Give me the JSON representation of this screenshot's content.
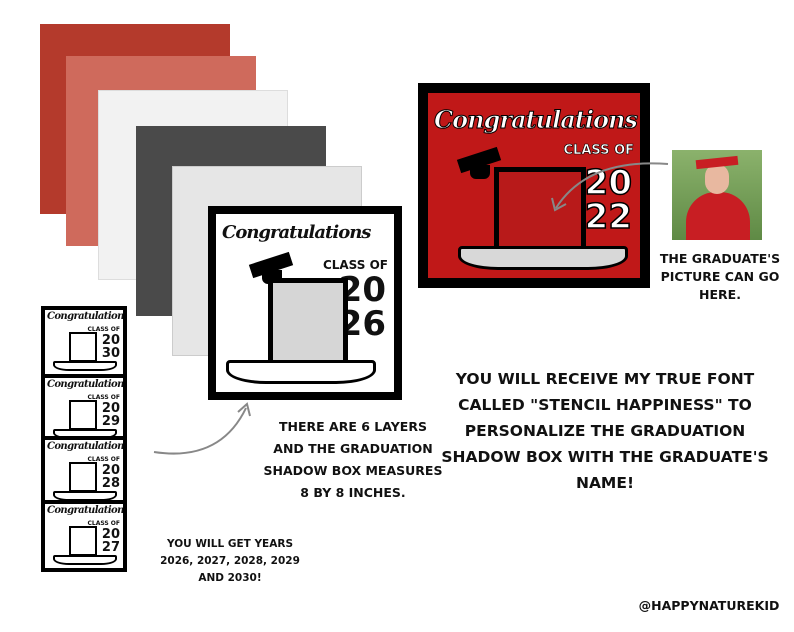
{
  "layers": [
    "layer-red",
    "layer-light-red",
    "layer-white",
    "layer-dark-gray",
    "layer-light-gray"
  ],
  "main_box": {
    "title": "Congratulations",
    "class_label": "CLASS OF",
    "year_top": "20",
    "year_bottom": "26"
  },
  "red_box": {
    "title": "Congratulations",
    "class_label": "CLASS OF",
    "year_top": "20",
    "year_bottom": "22"
  },
  "mini_boxes": [
    {
      "title": "Congratulations",
      "class_label": "CLASS OF",
      "year_top": "20",
      "year_bottom": "30"
    },
    {
      "title": "Congratulations",
      "class_label": "CLASS OF",
      "year_top": "20",
      "year_bottom": "29"
    },
    {
      "title": "Congratulations",
      "class_label": "CLASS OF",
      "year_top": "20",
      "year_bottom": "28"
    },
    {
      "title": "Congratulations",
      "class_label": "CLASS OF",
      "year_top": "20",
      "year_bottom": "27"
    }
  ],
  "captions": {
    "picture": "THE GRADUATE'S PICTURE CAN GO HERE.",
    "layers": "THERE ARE 6 LAYERS AND THE GRADUATION SHADOW BOX MEASURES 8 BY 8 INCHES.",
    "font": "YOU WILL RECEIVE MY TRUE FONT CALLED \"STENCIL HAPPINESS\" TO PERSONALIZE THE GRADUATION SHADOW BOX WITH THE GRADUATE'S NAME!",
    "years": "YOU WILL GET YEARS 2026, 2027, 2028, 2029 AND 2030!",
    "handle": "@HAPPYNATUREKID"
  },
  "colors": {
    "red": "#c01818",
    "dark_red": "#b43a2c",
    "arrow": "#888888"
  }
}
